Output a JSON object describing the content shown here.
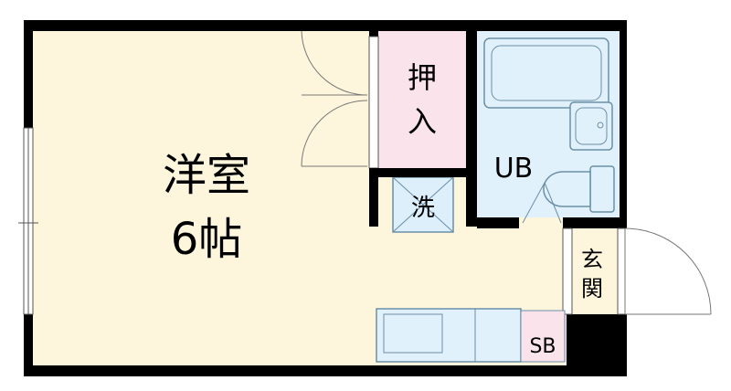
{
  "rooms": {
    "western_room": {
      "name": "洋室",
      "size": "6帖"
    },
    "closet": {
      "line1": "押",
      "line2": "入"
    },
    "bathroom": {
      "label": "UB"
    },
    "washer": {
      "label": "洗"
    },
    "entrance": {
      "line1": "玄",
      "line2": "関"
    },
    "shoe_box": {
      "label": "SB"
    }
  },
  "colors": {
    "room_fill": "#fdf5dc",
    "closet_fill": "#fbe3ec",
    "bath_fill": "#e1f1fb",
    "washer_fill": "#dceffa",
    "entrance_fill": "#fdf5dc",
    "shoebox_fill": "#fbe3ec",
    "wall": "#000000",
    "fixture_line": "#6a8fa8"
  }
}
